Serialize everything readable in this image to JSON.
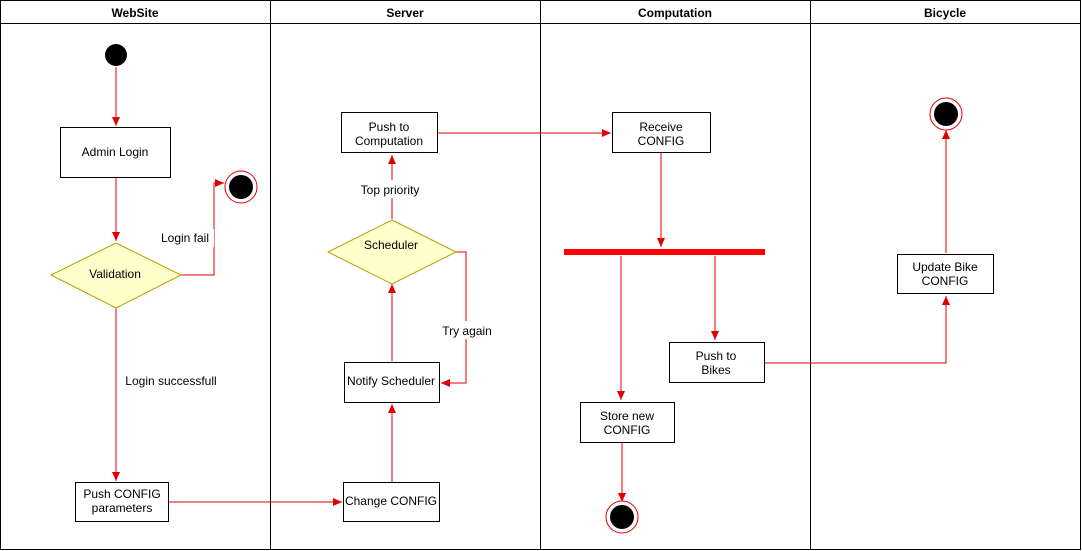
{
  "lanes": [
    {
      "title": "WebSite"
    },
    {
      "title": "Server"
    },
    {
      "title": "Computation"
    },
    {
      "title": "Bicycle"
    }
  ],
  "nodes": {
    "admin_login": "Admin Login",
    "validation": "Validation",
    "push_config_params_line1": "Push CONFIG",
    "push_config_params_line2": "parameters",
    "change_config": "Change CONFIG",
    "notify_scheduler": "Notify Scheduler",
    "scheduler": "Scheduler",
    "push_computation_line1": "Push to",
    "push_computation_line2": "Computation",
    "receive_config_line1": "Receive",
    "receive_config_line2": "CONFIG",
    "store_config_line1": "Store new",
    "store_config_line2": "CONFIG",
    "push_bikes_line1": "Push to",
    "push_bikes_line2": "Bikes",
    "update_bike_line1": "Update Bike",
    "update_bike_line2": "CONFIG"
  },
  "edge_labels": {
    "login_fail": "Login fail",
    "login_success": "Login successfull",
    "top_priority": "Top priority",
    "try_again": "Try again"
  },
  "colors": {
    "edge": "#e00000",
    "decision_fill": "#ffffcc",
    "terminal": "#000000",
    "fork_bar": "#ff0000"
  }
}
